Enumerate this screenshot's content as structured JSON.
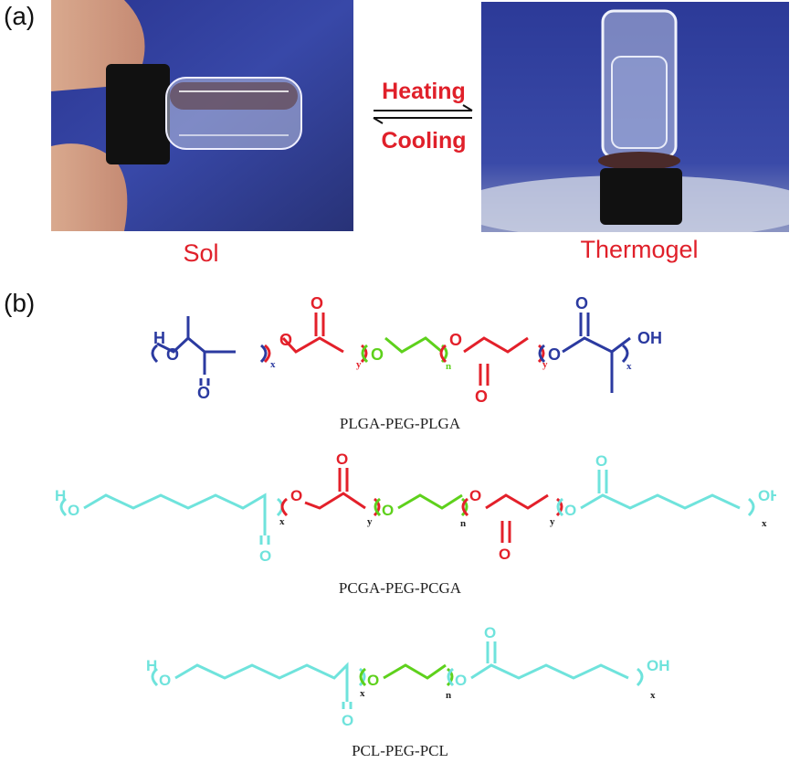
{
  "panel_a": {
    "label": "(a)",
    "left_photo_label": "Sol",
    "right_photo_label": "Thermogel",
    "forward_label": "Heating",
    "reverse_label": "Cooling"
  },
  "panel_b": {
    "label": "(b)",
    "polymers": [
      {
        "name": "PLGA-PEG-PLGA"
      },
      {
        "name": "PCGA-PEG-PCGA"
      },
      {
        "name": "PCL-PEG-PCL"
      }
    ],
    "atoms": {
      "hydrogen": "H",
      "oxygen": "O",
      "hydroxyl": "OH"
    },
    "subscripts": {
      "x": "x",
      "y": "y",
      "n": "n"
    }
  },
  "colors": {
    "blue": "#2b3aa0",
    "red": "#e3202a",
    "green": "#5ed11c",
    "cyan": "#6fe3dc",
    "photo_blue": "#2f3f9c"
  }
}
